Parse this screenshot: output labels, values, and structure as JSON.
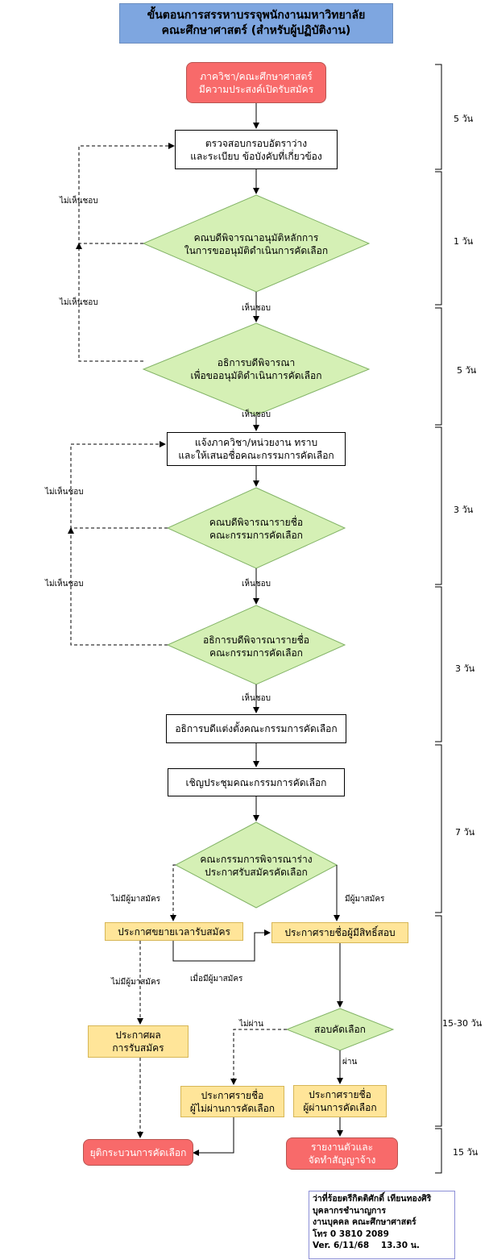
{
  "title": {
    "line1": "ขั้นตอนการสรรหาบรรจุพนักงานมหาวิทยาลัย",
    "line2": "คณะศึกษาศาสตร์ (สำหรับผู้ปฏิบัติงาน)"
  },
  "nodes": {
    "start": {
      "line1": "ภาควิชา/คณะศึกษาศาสตร์",
      "line2": "มีความประสงค์เปิดรับสมัคร"
    },
    "check_framework": {
      "line1": "ตรวจสอบกรอบอัตราว่าง",
      "line2": "และระเบียบ ข้อบังคับที่เกี่ยวข้อง"
    },
    "dean_approve_principle": {
      "line1": "คณบดีพิจารณาอนุมัติหลักการ",
      "line2": "ในการขออนุมัติดำเนินการคัดเลือก"
    },
    "president_approve": {
      "line1": "อธิการบดีพิจารณา",
      "line2": "เพื่อขออนุมัติดำเนินการคัดเลือก"
    },
    "notify_department": {
      "line1": "แจ้งภาควิชา/หน่วยงาน ทราบ",
      "line2": "และให้เสนอชื่อคณะกรรมการคัดเลือก"
    },
    "dean_review_committee": {
      "line1": "คณบดีพิจารณารายชื่อ",
      "line2": "คณะกรรมการคัดเลือก"
    },
    "president_review_committee": {
      "line1": "อธิการบดีพิจารณารายชื่อ",
      "line2": "คณะกรรมการคัดเลือก"
    },
    "appoint_committee": {
      "line1": "อธิการบดีแต่งตั้งคณะกรรมการคัดเลือก"
    },
    "invite_meeting": {
      "line1": "เชิญประชุมคณะกรรมการคัดเลือก"
    },
    "committee_draft": {
      "line1": "คณะกรรมการพิจารณาร่าง",
      "line2": "ประกาศรับสมัครคัดเลือก"
    },
    "extend_period": {
      "line1": "ประกาศขยายเวลารับสมัคร"
    },
    "eligible_list": {
      "line1": "ประกาศรายชื่อผู้มีสิทธิ์สอบ"
    },
    "announce_result": {
      "line1": "ประกาศผล",
      "line2": "การรับสมัคร"
    },
    "selection_exam": {
      "line1": "สอบคัดเลือก"
    },
    "failed_list": {
      "line1": "ประกาศรายชื่อ",
      "line2": "ผู้ไม่ผ่านการคัดเลือก"
    },
    "passed_list": {
      "line1": "ประกาศรายชื่อ",
      "line2": "ผู้ผ่านการคัดเลือก"
    },
    "terminate": {
      "line1": "ยุติกระบวนการคัดเลือก"
    },
    "report_contract": {
      "line1": "รายงานตัวและ",
      "line2": "จัดทำสัญญาจ้าง"
    }
  },
  "edge_labels": {
    "not_agree_1": "ไม่เห็นชอบ",
    "not_agree_2": "ไม่เห็นชอบ",
    "agree_1": "เห็นชอบ",
    "agree_2": "เห็นชอบ",
    "not_agree_3": "ไม่เห็นชอบ",
    "not_agree_4": "ไม่เห็นชอบ",
    "agree_3": "เห็นชอบ",
    "agree_4": "เห็นชอบ",
    "no_applicant_1": "ไม่มีผู้มาสมัคร",
    "has_applicant": "มีผู้มาสมัคร",
    "when_applicant": "เมื่อมีผู้มาสมัคร",
    "no_applicant_2": "ไม่มีผู้มาสมัคร",
    "not_pass": "ไม่ผ่าน",
    "pass": "ผ่าน"
  },
  "durations": [
    "5 วัน",
    "1 วัน",
    "5 วัน",
    "3 วัน",
    "3 วัน",
    "7 วัน",
    "15-30 วัน",
    "15 วัน"
  ],
  "signature": {
    "line1": "ว่าที่ร้อยตรีกิตติศักดิ์ เทียนทองศิริ",
    "line2": "บุคลากรชำนาญการ",
    "line3": "งานบุคคล คณะศึกษาศาสตร์",
    "line4": "โทร 0 3810 2089",
    "line5": "Ver. 6/11/68    13.30 น."
  },
  "colors": {
    "title_fill": "#7ea6e0",
    "terminal_fill": "#f86a6a",
    "decision_fill": "#d5f0b5",
    "announcement_fill": "#ffe599"
  }
}
